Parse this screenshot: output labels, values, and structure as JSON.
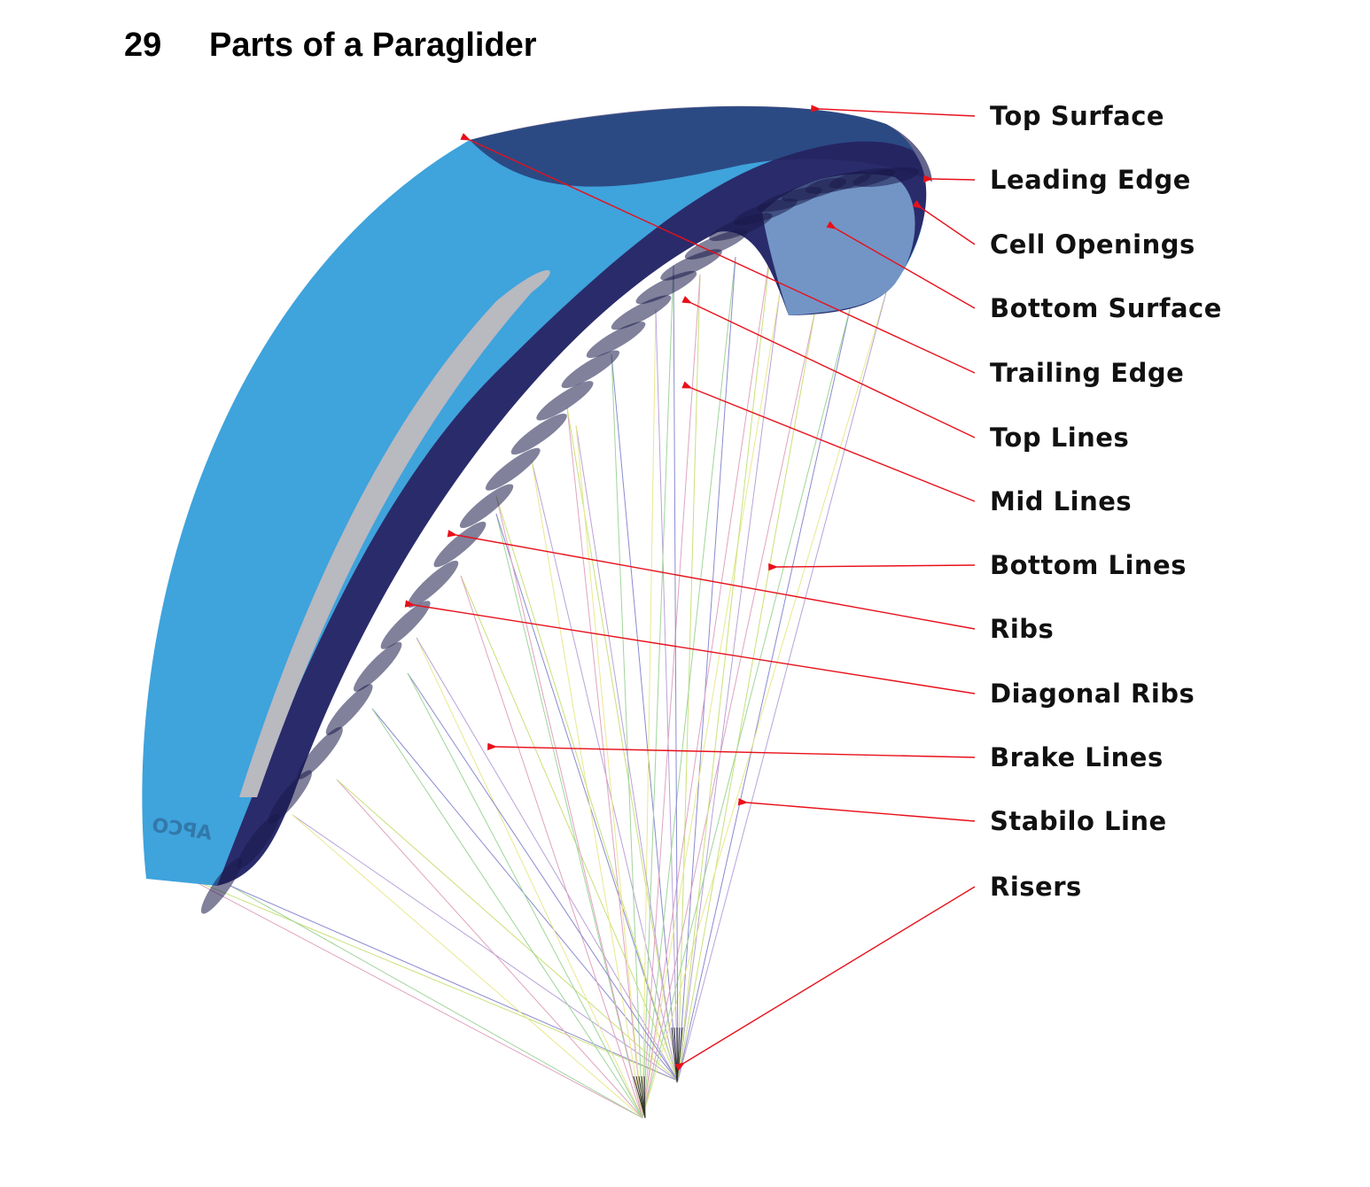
{
  "heading": {
    "number": "29",
    "title": "Parts of a Paraglider"
  },
  "labels": [
    "Top Surface",
    "Leading Edge",
    "Cell Openings",
    "Bottom Surface",
    "Trailing Edge",
    "Top Lines",
    "Mid Lines",
    "Bottom Lines",
    "Ribs",
    "Diagonal Ribs",
    "Brake Lines",
    "Stabilo Line",
    "Risers"
  ],
  "wing_logo": "APCO",
  "colors": {
    "arrow": "#e8101a",
    "canopy_light": "#3fa3dc",
    "canopy_dark": "#23235e",
    "canopy_grey": "#b9b9c0"
  }
}
